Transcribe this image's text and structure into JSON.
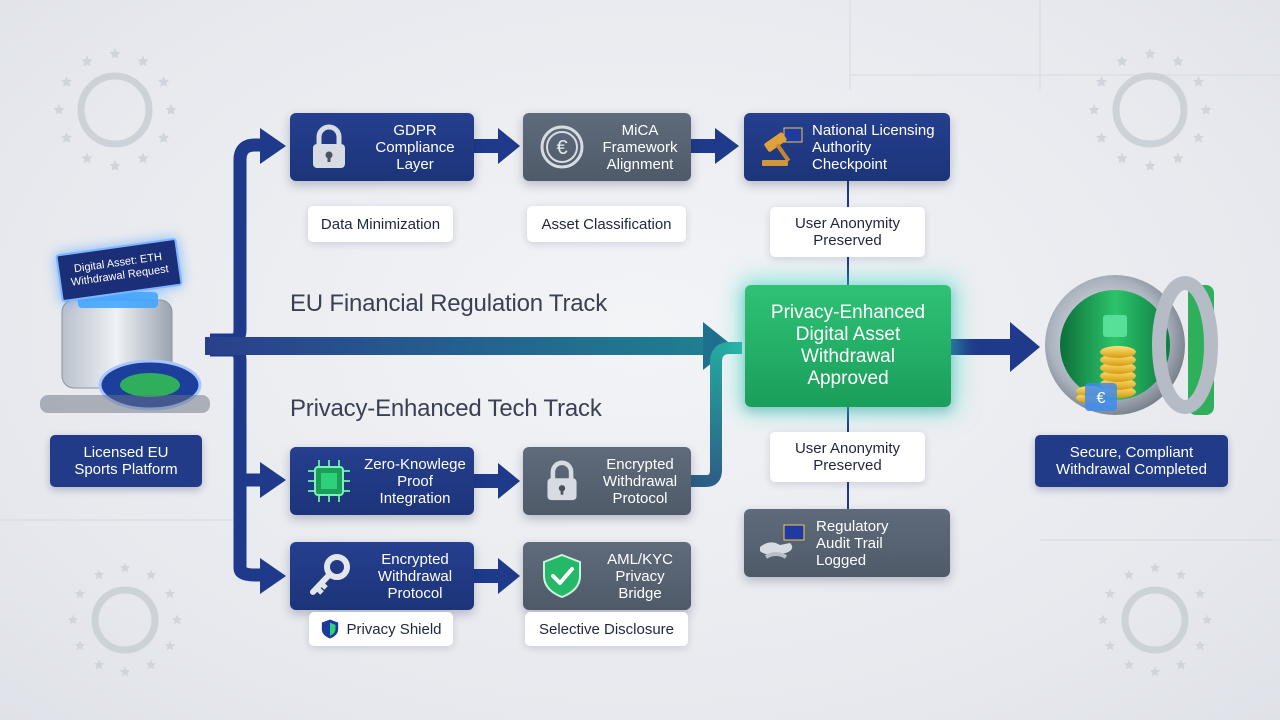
{
  "tracks": {
    "eu": "EU Financial Regulation Track",
    "privacy": "Privacy-Enhanced Tech Track"
  },
  "source": {
    "screen_label": "Digital Asset: ETH\nWithdrawal Request",
    "platform_label": "Licensed EU\nSports Platform"
  },
  "top_row": [
    {
      "label": "GDPR\nCompliance\nLayer",
      "icon": "padlock-icon",
      "tag": "Data Minimization"
    },
    {
      "label": "MiCA\nFramework\nAlignment",
      "icon": "euro-coin-icon",
      "tag": "Asset Classification"
    },
    {
      "label": "National Licensing\nAuthority\nCheckpoint",
      "icon": "gavel-icon",
      "tag": "User Anonymity\nPreserved"
    }
  ],
  "middle_row": [
    {
      "label": "Zero-Knowlege\nProof\nIntegration",
      "icon": "chip-icon"
    },
    {
      "label": "Encrypted\nWithdrawal\nProtocol",
      "icon": "padlock-icon"
    }
  ],
  "bottom_row": [
    {
      "label": "Encrypted\nWithdrawal\nProtocol",
      "icon": "key-icon",
      "tag": "Privacy Shield"
    },
    {
      "label": "AML/KYC\nPrivacy Bridge",
      "icon": "shield-check-icon",
      "tag": "Selective Disclosure"
    }
  ],
  "approved": "Privacy-Enhanced\nDigital Asset\nWithdrawal\nApproved",
  "lower_tag": "User Anonymity\nPreserved",
  "audit": {
    "label": "Regulatory\nAudit Trail\nLogged",
    "icon": "handshake-icon"
  },
  "final_label": "Secure, Compliant\nWithdrawal Completed",
  "colors": {
    "navy": "#223b88",
    "slate": "#56606f",
    "green": "#22b066",
    "arrow": "#1f3a8a",
    "teal": "#1f7f8f"
  }
}
